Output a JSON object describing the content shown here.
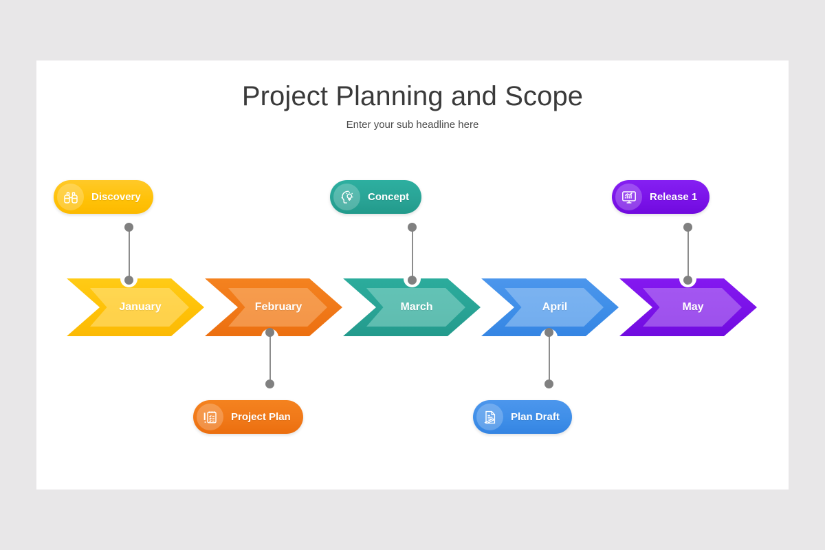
{
  "header": {
    "title": "Project Planning and Scope",
    "subtitle": "Enter your sub headline here"
  },
  "colors": {
    "background": "#e8e7e8",
    "card": "#ffffff",
    "title_text": "#3a3a3a",
    "connector": "#808080",
    "yellow": "#FFC107",
    "yellow_light": "#FFD54A",
    "orange": "#F07818",
    "orange_light": "#F79A4E",
    "teal": "#29A395",
    "teal_light": "#5FC4B6",
    "blue": "#3E8EE8",
    "blue_light": "#7DB5F2",
    "purple": "#7A12E8",
    "purple_light": "#A554F0"
  },
  "timeline": {
    "steps": [
      {
        "label": "January",
        "color": "#FFC107",
        "light": "#FFD54A"
      },
      {
        "label": "February",
        "color": "#F07818",
        "light": "#F79A4E"
      },
      {
        "label": "March",
        "color": "#29A395",
        "light": "#5FC4B6"
      },
      {
        "label": "April",
        "color": "#3E8EE8",
        "light": "#7DB5F2"
      },
      {
        "label": "May",
        "color": "#7A12E8",
        "light": "#A554F0"
      }
    ]
  },
  "milestones": {
    "top": [
      {
        "label": "Discovery",
        "icon": "binoculars-icon",
        "color": "#FFC107",
        "step": "January"
      },
      {
        "label": "Concept",
        "icon": "head-lightbulb-icon",
        "color": "#29A395",
        "step": "March"
      },
      {
        "label": "Release 1",
        "icon": "monitor-chart-icon",
        "color": "#7A12E8",
        "step": "May"
      }
    ],
    "bottom": [
      {
        "label": "Project Plan",
        "icon": "notepad-checklist-icon",
        "color": "#F07818",
        "step": "February"
      },
      {
        "label": "Plan Draft",
        "icon": "document-pen-icon",
        "color": "#3E8EE8",
        "step": "April"
      }
    ]
  }
}
